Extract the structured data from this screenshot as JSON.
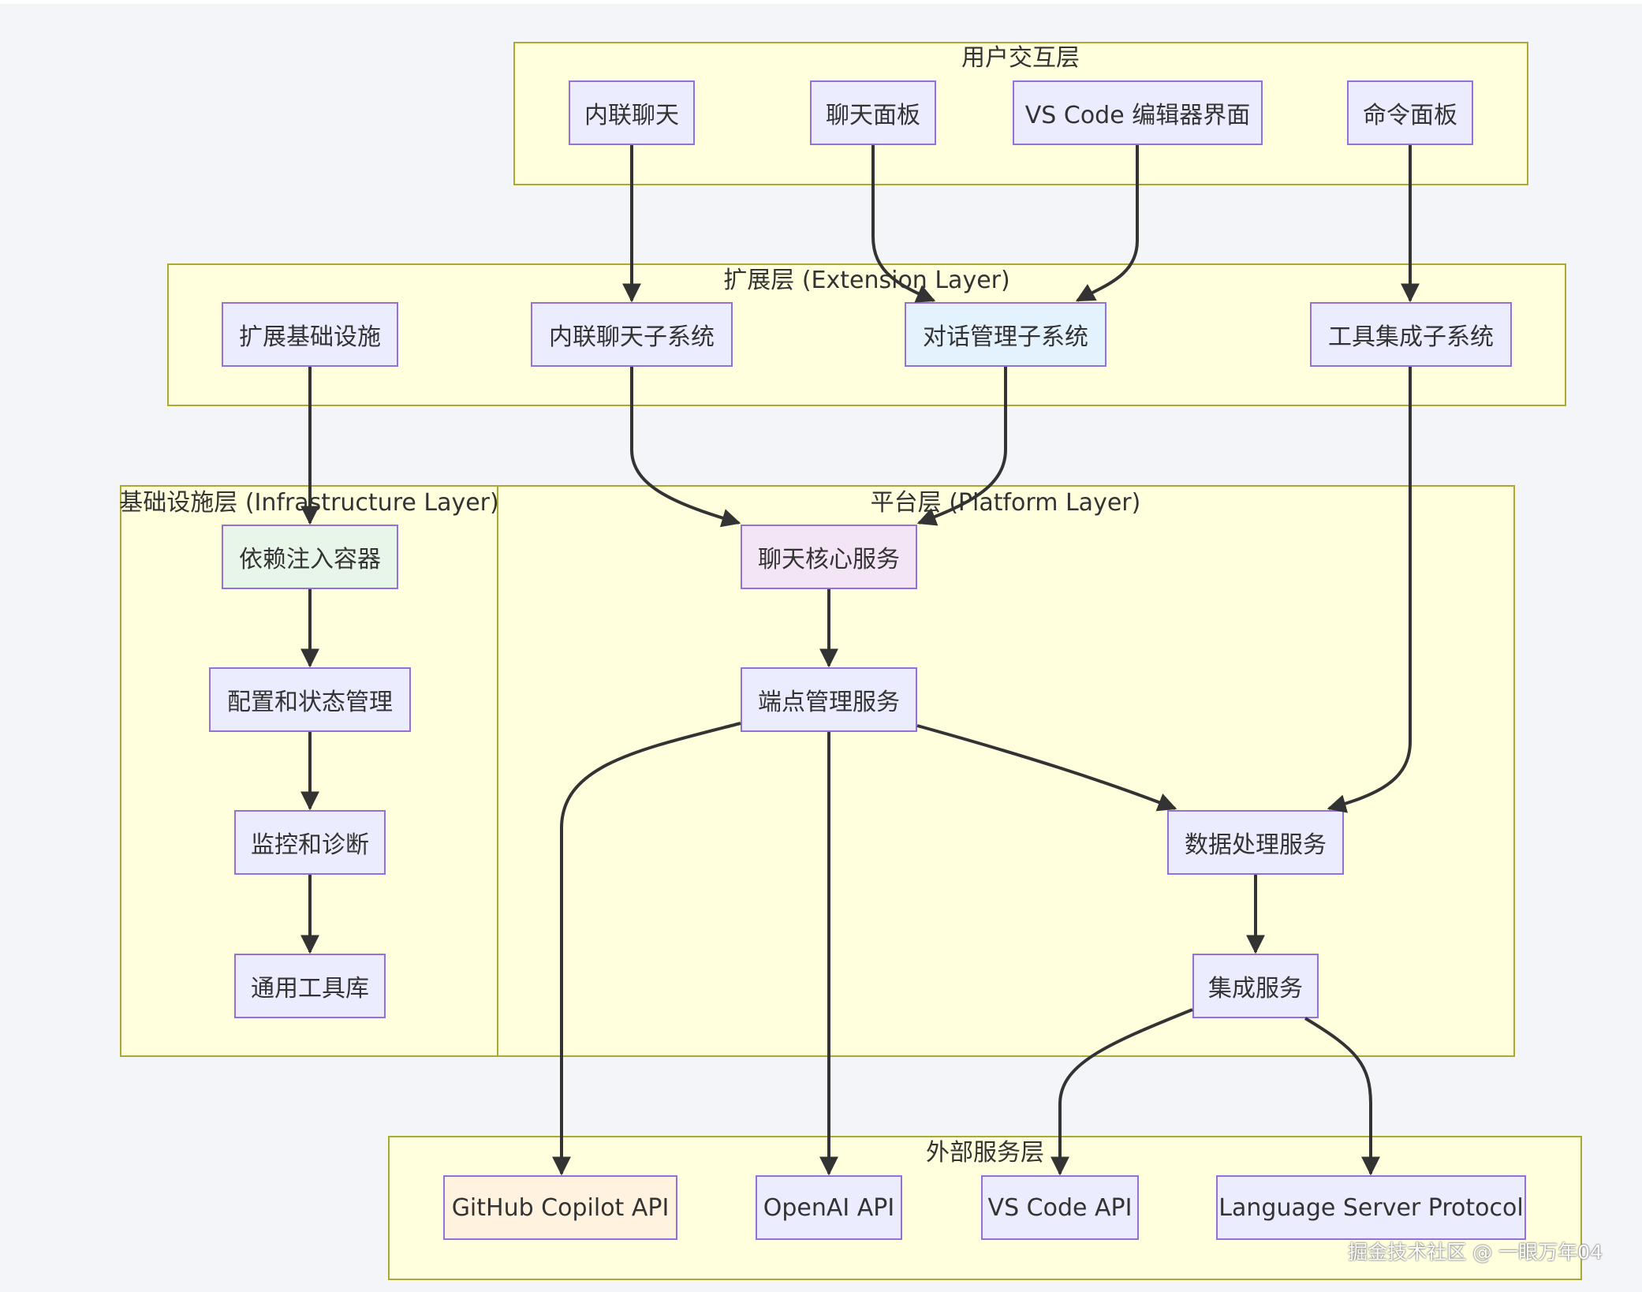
{
  "groups": {
    "user": "用户交互层",
    "extension": "扩展层 (Extension Layer)",
    "infra": "基础设施层 (Infrastructure Layer)",
    "platform": "平台层 (Platform Layer)",
    "external": "外部服务层"
  },
  "nodes": {
    "inline_chat": "内联聊天",
    "chat_panel": "聊天面板",
    "vscode_ui": "VS Code 编辑器界面",
    "command_palette": "命令面板",
    "ext_infra": "扩展基础设施",
    "inline_chat_sub": "内联聊天子系统",
    "conversation_sub": "对话管理子系统",
    "tool_sub": "工具集成子系统",
    "di_container": "依赖注入容器",
    "config_state": "配置和状态管理",
    "monitoring": "监控和诊断",
    "utils": "通用工具库",
    "chat_core": "聊天核心服务",
    "endpoint_mgmt": "端点管理服务",
    "data_processing": "数据处理服务",
    "integration": "集成服务",
    "copilot_api": "GitHub Copilot API",
    "openai_api": "OpenAI API",
    "vscode_api": "VS Code API",
    "lsp": "Language Server Protocol"
  },
  "node_colors": {
    "default_fill": "#ececff",
    "default_stroke": "#9370db",
    "conversation_sub": "#e3f2fd",
    "di_container": "#e8f5e9",
    "chat_core": "#f3e5f5",
    "copilot_api": "#fff3e0"
  },
  "group_colors": {
    "fill": "#ffffde",
    "stroke": "#aaaa33"
  },
  "edges": [
    [
      "inline_chat",
      "inline_chat_sub"
    ],
    [
      "chat_panel",
      "conversation_sub"
    ],
    [
      "vscode_ui",
      "conversation_sub"
    ],
    [
      "command_palette",
      "tool_sub"
    ],
    [
      "ext_infra",
      "di_container"
    ],
    [
      "inline_chat_sub",
      "chat_core"
    ],
    [
      "conversation_sub",
      "chat_core"
    ],
    [
      "tool_sub",
      "data_processing"
    ],
    [
      "di_container",
      "config_state"
    ],
    [
      "config_state",
      "monitoring"
    ],
    [
      "monitoring",
      "utils"
    ],
    [
      "chat_core",
      "endpoint_mgmt"
    ],
    [
      "endpoint_mgmt",
      "copilot_api"
    ],
    [
      "endpoint_mgmt",
      "openai_api"
    ],
    [
      "endpoint_mgmt",
      "data_processing"
    ],
    [
      "data_processing",
      "integration"
    ],
    [
      "integration",
      "vscode_api"
    ],
    [
      "integration",
      "lsp"
    ]
  ],
  "watermark": "掘金技术社区 @ 一眼万年04"
}
